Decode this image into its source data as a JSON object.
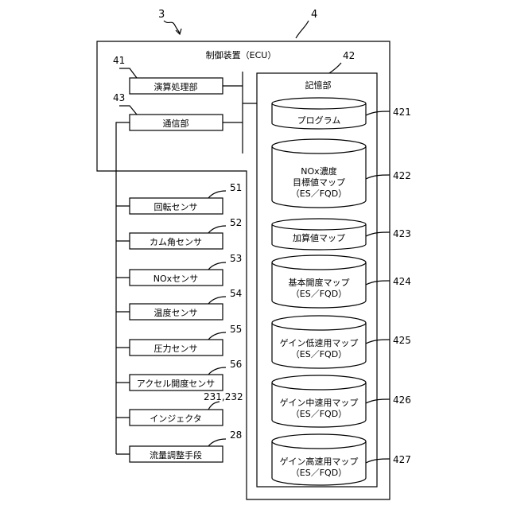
{
  "ref_system": "3",
  "ref_ecu": "4",
  "ecu_label": "制御装置（ECU）",
  "ref_storage": "42",
  "storage_label": "記憶部",
  "ecu_units": [
    {
      "ref": "41",
      "label": "演算処理部"
    },
    {
      "ref": "43",
      "label": "通信部"
    }
  ],
  "sensors": [
    {
      "ref": "51",
      "label": "回転センサ"
    },
    {
      "ref": "52",
      "label": "カム角センサ"
    },
    {
      "ref": "53",
      "label": "NOxセンサ"
    },
    {
      "ref": "54",
      "label": "温度センサ"
    },
    {
      "ref": "55",
      "label": "圧力センサ"
    },
    {
      "ref": "56",
      "label": "アクセル開度センサ"
    },
    {
      "ref": "231,232",
      "label": "インジェクタ"
    },
    {
      "ref": "28",
      "label": "流量調整手段"
    }
  ],
  "storage_items": [
    {
      "ref": "421",
      "lines": [
        "プログラム"
      ]
    },
    {
      "ref": "422",
      "lines": [
        "NOx濃度",
        "目標値マップ",
        "（ES／FQD）"
      ]
    },
    {
      "ref": "423",
      "lines": [
        "加算値マップ"
      ]
    },
    {
      "ref": "424",
      "lines": [
        "基本開度マップ",
        "（ES／FQD）"
      ]
    },
    {
      "ref": "425",
      "lines": [
        "ゲイン低速用マップ",
        "（ES／FQD）"
      ]
    },
    {
      "ref": "426",
      "lines": [
        "ゲイン中速用マップ",
        "（ES／FQD）"
      ]
    },
    {
      "ref": "427",
      "lines": [
        "ゲイン高速用マップ",
        "（ES／FQD）"
      ]
    }
  ]
}
